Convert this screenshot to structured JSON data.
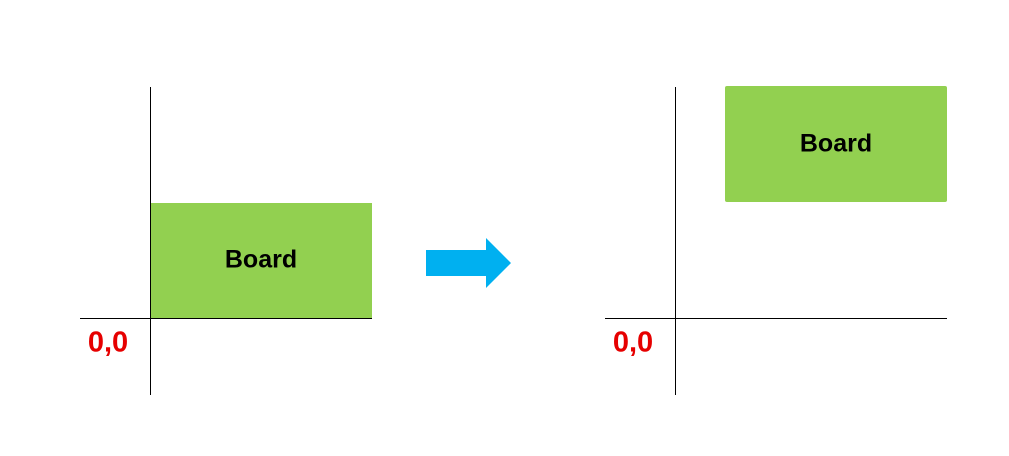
{
  "panels": {
    "before": {
      "board_label": "Board",
      "origin_label": "0,0"
    },
    "after": {
      "board_label": "Board",
      "origin_label": "0,0"
    }
  },
  "arrow": {
    "icon": "right-arrow-icon"
  },
  "colors": {
    "board_fill": "#92d050",
    "origin_text": "#e60000",
    "arrow_fill": "#00b0f0",
    "axis_stroke": "#000000",
    "board_text": "#000000"
  }
}
